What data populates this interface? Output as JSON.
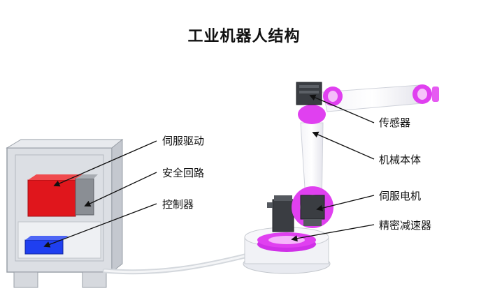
{
  "title": "工业机器人结构",
  "labels": {
    "servo_drive": "伺服驱动",
    "safety_circuit": "安全回路",
    "controller": "控制器",
    "sensor": "传感器",
    "body": "机械本体",
    "servo_motor": "伺服电机",
    "reducer": "精密减速器"
  },
  "colors": {
    "drive_red": "#e0161c",
    "controller_blue": "#1f3ff0",
    "joint_magenta": "#e040f0",
    "cabinet_gray": "#c8ccd2",
    "motor_dark": "#3a3d42"
  }
}
